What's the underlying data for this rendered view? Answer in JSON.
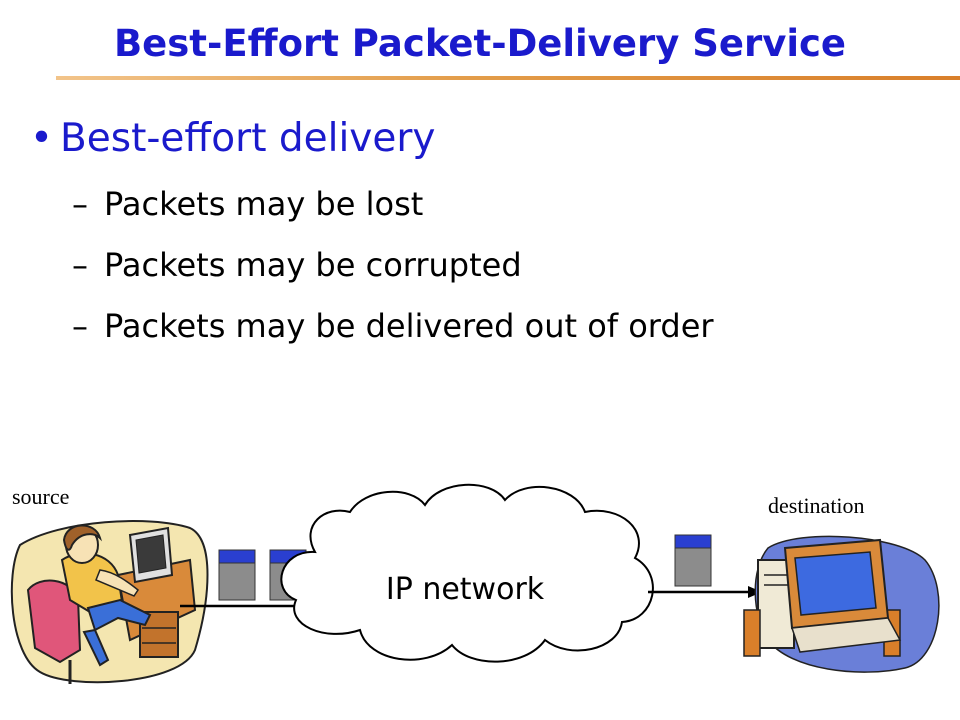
{
  "slide": {
    "title": "Best-Effort Packet-Delivery Service",
    "bullet": "Best-effort delivery",
    "sub_items": [
      "Packets may be lost",
      "Packets may be corrupted",
      "Packets may be delivered out of order"
    ]
  },
  "diagram": {
    "source_label": "source",
    "destination_label": "destination",
    "network_label": "IP network",
    "packets_before_network": 2,
    "packets_after_network": 1
  },
  "colors": {
    "title": "#1a1acc",
    "rule": "#d97f2a",
    "packet_header": "#2a3fd0",
    "packet_body": "#8c8c8c"
  }
}
